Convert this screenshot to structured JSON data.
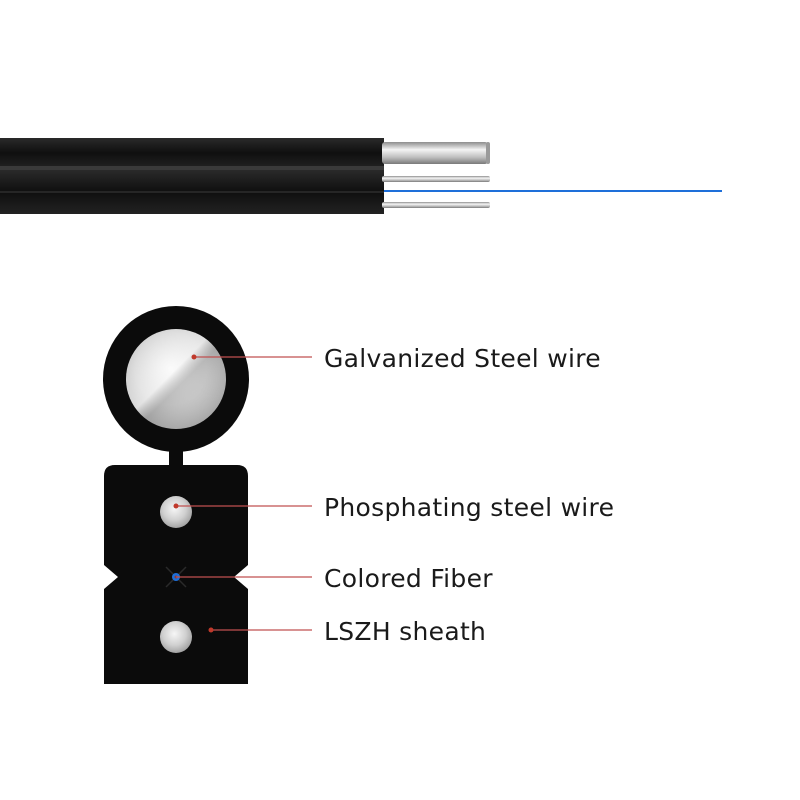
{
  "diagram": {
    "labels": {
      "galvanized": "Galvanized Steel wire",
      "phosphating": "Phosphating steel wire",
      "fiber": "Colored Fiber",
      "sheath": "LSZH sheath"
    },
    "colors": {
      "sheath": "#0b0b0b",
      "leader_line": "#c0392b",
      "fiber": "#1e6fd9",
      "steel": "#c9c9c9"
    }
  }
}
